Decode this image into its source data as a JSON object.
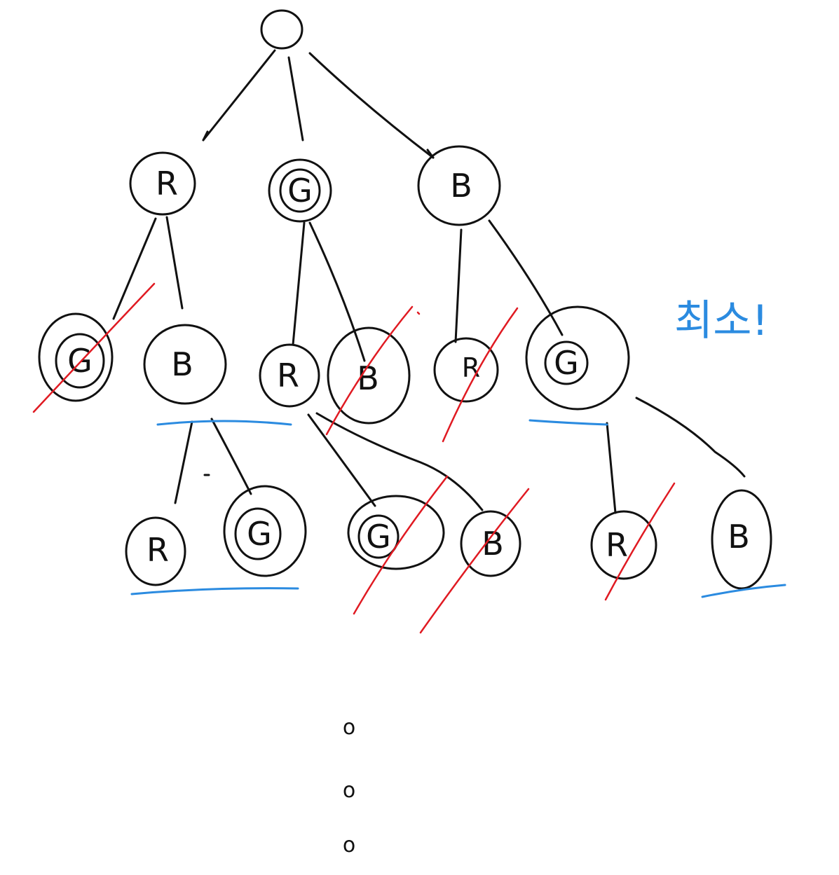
{
  "diagram": {
    "root": {
      "label": ""
    },
    "level1": [
      {
        "label": "R"
      },
      {
        "label": "G"
      },
      {
        "label": "B"
      }
    ],
    "level2": [
      {
        "label": "G",
        "crossed": true
      },
      {
        "label": "B",
        "crossed": false
      },
      {
        "label": "R",
        "crossed": false
      },
      {
        "label": "B",
        "crossed": true
      },
      {
        "label": "R",
        "crossed": true
      },
      {
        "label": "G",
        "crossed": false
      }
    ],
    "level3": [
      {
        "label": "R",
        "crossed": false
      },
      {
        "label": "G",
        "crossed": false
      },
      {
        "label": "G",
        "crossed": true
      },
      {
        "label": "B",
        "crossed": true
      },
      {
        "label": "R",
        "crossed": true
      },
      {
        "label": "B",
        "crossed": false
      }
    ],
    "annotation": "최소!",
    "continuation": [
      "o",
      "o",
      "o"
    ]
  },
  "colors": {
    "ink": "#111111",
    "cross": "#e01a22",
    "highlight": "#2b8be0",
    "background": "#ffffff"
  }
}
